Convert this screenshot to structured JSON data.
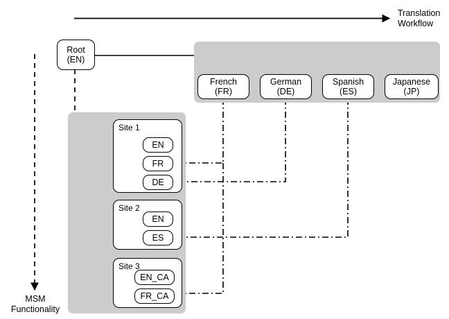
{
  "diagram": {
    "title_annotations": {
      "translation_workflow": "Translation\nWorkflow",
      "msm_functionality": "MSM\nFunctionality"
    },
    "root": {
      "line1": "Root",
      "line2": "(EN)"
    },
    "languages": [
      {
        "name": "French",
        "code": "(FR)"
      },
      {
        "name": "German",
        "code": "(DE)"
      },
      {
        "name": "Spanish",
        "code": "(ES)"
      },
      {
        "name": "Japanese",
        "code": "(JP)"
      }
    ],
    "sites": [
      {
        "title": "Site 1",
        "chips": [
          {
            "label": "EN"
          },
          {
            "label": "FR"
          },
          {
            "label": "DE"
          }
        ]
      },
      {
        "title": "Site 2",
        "chips": [
          {
            "label": "EN"
          },
          {
            "label": "ES"
          }
        ]
      },
      {
        "title": "Site 3",
        "chips": [
          {
            "label": "EN_CA"
          },
          {
            "label": "FR_CA"
          }
        ]
      }
    ],
    "colors": {
      "panel_gray": "#cccccc",
      "node_fill": "#ffffff",
      "stroke": "#000000",
      "background": "#ffffff"
    }
  }
}
